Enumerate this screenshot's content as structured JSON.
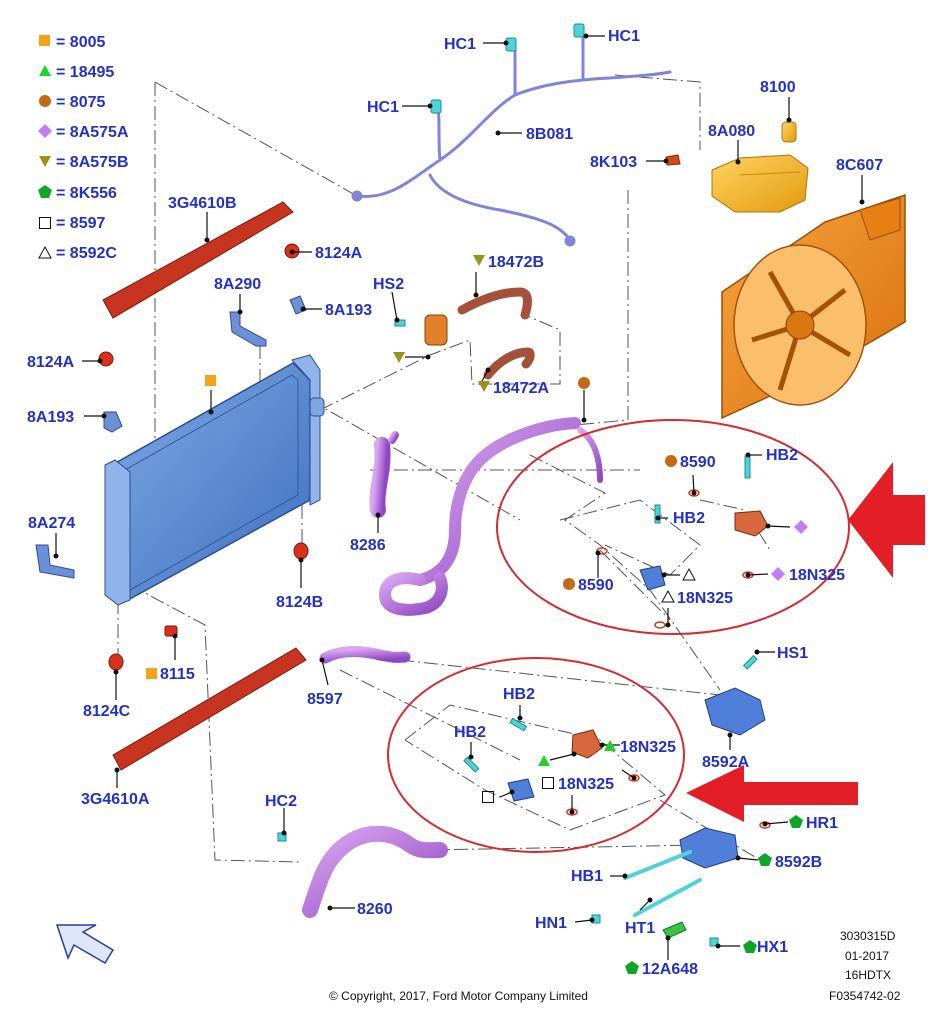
{
  "legend": [
    {
      "symbol": "square-orange",
      "text": "= 8005"
    },
    {
      "symbol": "triangle-green",
      "text": "= 18495"
    },
    {
      "symbol": "circle-brown",
      "text": "= 8075"
    },
    {
      "symbol": "diamond-violet",
      "text": "= 8A575A"
    },
    {
      "symbol": "triangle-down-olive",
      "text": "= 8A575B"
    },
    {
      "symbol": "pentagon-green",
      "text": "= 8K556"
    },
    {
      "symbol": "square-open",
      "text": "= 8597"
    },
    {
      "symbol": "triangle-open",
      "text": "= 8592C"
    }
  ],
  "labels": {
    "hc1_a": "HC1",
    "hc1_b": "HC1",
    "hc1_c": "HC1",
    "l_8b081": "8B081",
    "l_8100": "8100",
    "l_8a080": "8A080",
    "l_8k103": "8K103",
    "l_8c607": "8C607",
    "l_3g4610b": "3G4610B",
    "l_8124a_top": "8124A",
    "l_8a290": "8A290",
    "l_8a193_top": "8A193",
    "hs2": "HS2",
    "l_18472b": "18472B",
    "l_18472a": "18472A",
    "l_8124a_left": "8124A",
    "l_8a193_left": "8A193",
    "l_8286": "8286",
    "l_8590_top": "8590",
    "hb2_top": "HB2",
    "hb2_mid": "HB2",
    "l_8590_bot": "8590",
    "l_18n325_a": "18N325",
    "l_18n325_b": "18N325",
    "l_8a274": "8A274",
    "l_8124b": "8124B",
    "l_8115": "8115",
    "l_8124c": "8124C",
    "l_8597": "8597",
    "hs1": "HS1",
    "hb2_low1": "HB2",
    "hb2_low2": "HB2",
    "l_18n325_c": "18N325",
    "l_18n325_d": "18N325",
    "l_8592a": "8592A",
    "l_3g4610a": "3G4610A",
    "hc2": "HC2",
    "hr1": "HR1",
    "l_8592b": "8592B",
    "hb1": "HB1",
    "hn1": "HN1",
    "ht1": "HT1",
    "l_8260": "8260",
    "hx1": "HX1",
    "l_12a648": "12A648"
  },
  "meta": {
    "doc_id": "3030315D",
    "date": "01-2017",
    "model": "16HDTX",
    "copyright": "© Copyright, 2017, Ford Motor Company Limited",
    "figure": "F0354742-02"
  },
  "colors": {
    "label": "#2431c7",
    "callout": "#d0202a",
    "radiator": "#5b8fd9",
    "fan_shroud": "#f08a1a",
    "reservoir": "#f2b51e",
    "hose_purple": "#b06ad8",
    "hose_copper": "#b4593a",
    "cooling_pipe": "#7b7fd8",
    "air_baffle": "#c2311f"
  }
}
